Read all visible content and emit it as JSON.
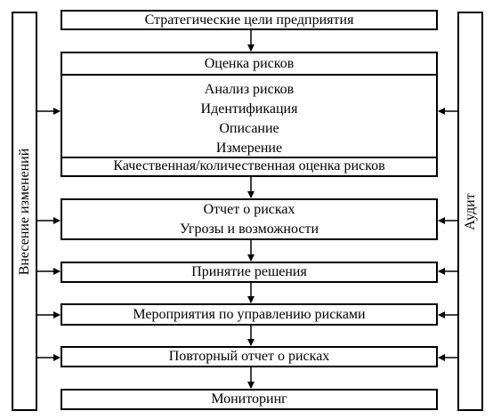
{
  "side_left": {
    "label": "Внесение изменений"
  },
  "side_right": {
    "label": "Аудит"
  },
  "boxes": {
    "goals": "Стратегические цели предприятия",
    "risk_assessment": {
      "header": "Оценка рисков",
      "items": [
        "Анализ рисков",
        "Идентификация",
        "Описание",
        "Измерение"
      ],
      "footer": "Качественная/количественная оценка рисков"
    },
    "report": {
      "line1": "Отчет о рисках",
      "line2": "Угрозы и возможности"
    },
    "decision": "Принятие решения",
    "measures": "Мероприятия по управлению рисками",
    "repeat_report": "Повторный отчет о рисках",
    "monitoring": "Мониторинг"
  }
}
